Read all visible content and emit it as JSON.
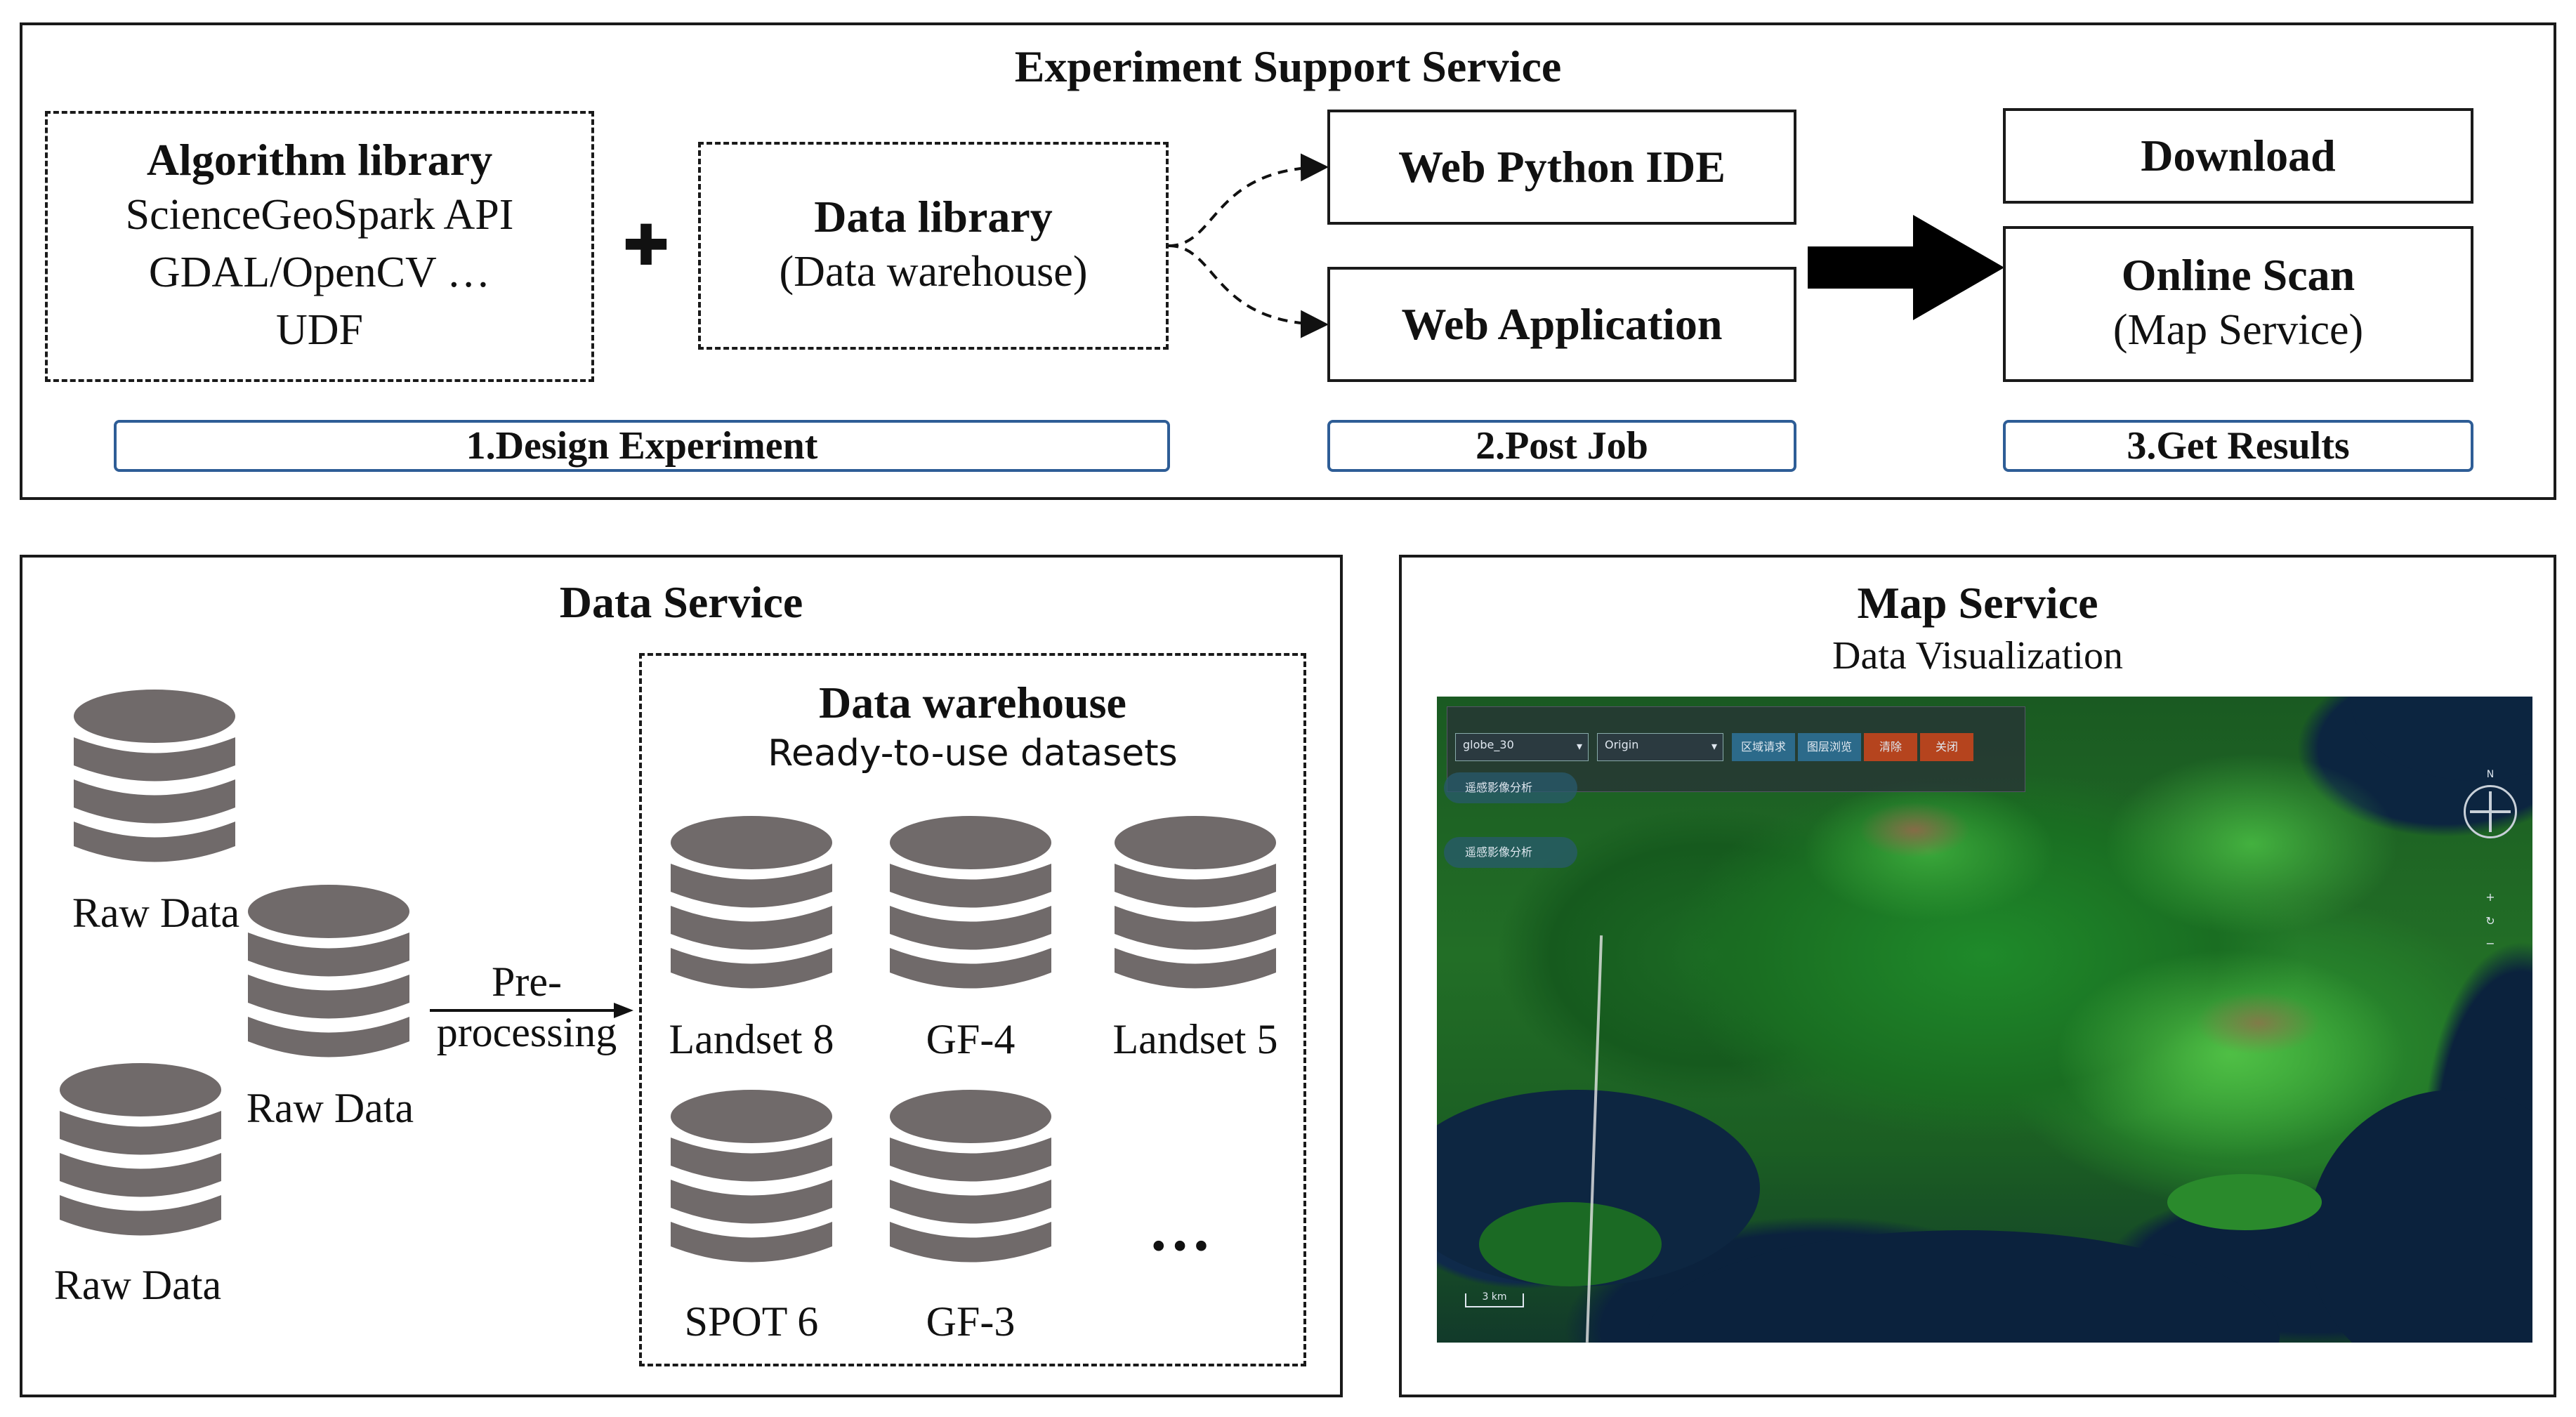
{
  "experiment": {
    "title": "Experiment Support Service",
    "algorithm": {
      "title": "Algorithm library",
      "lines": [
        "ScienceGeoSpark API",
        "GDAL/OpenCV  …",
        "UDF"
      ]
    },
    "plus_symbol": "✚",
    "data_library": {
      "title": "Data library",
      "subtitle": "(Data warehouse)"
    },
    "web_python_ide": "Web Python IDE",
    "web_application": "Web Application",
    "download": "Download",
    "online_scan": {
      "title": "Online Scan",
      "subtitle": "(Map Service)"
    },
    "steps": [
      "1.Design Experiment",
      "2.Post Job",
      "3.Get Results"
    ]
  },
  "data_service": {
    "title": "Data Service",
    "raw_data_labels": [
      "Raw Data",
      "Raw Data",
      "Raw Data"
    ],
    "preprocessing": [
      "Pre-",
      "processing"
    ],
    "warehouse": {
      "title": "Data warehouse",
      "subtitle": "Ready-to-use datasets",
      "datasets": [
        "Landset 8",
        "GF-4",
        "Landset 5",
        "SPOT 6",
        "GF-3"
      ],
      "more": "…"
    }
  },
  "map_service": {
    "title": "Map Service",
    "subtitle": "Data Visualization",
    "map_ui": {
      "select_1": "globe_30",
      "select_2": "Origin",
      "buttons": [
        "区域请求",
        "图层浏览",
        "清除",
        "关闭"
      ],
      "side_buttons": [
        "遥感影像分析",
        "遥感影像分析"
      ],
      "scale": "3 km",
      "compass": "N"
    }
  },
  "colors": {
    "step_border": "#2e5d96",
    "db_gray": "#706a6a",
    "map_land": "#1f8a2a",
    "map_water": "#0b223d"
  }
}
